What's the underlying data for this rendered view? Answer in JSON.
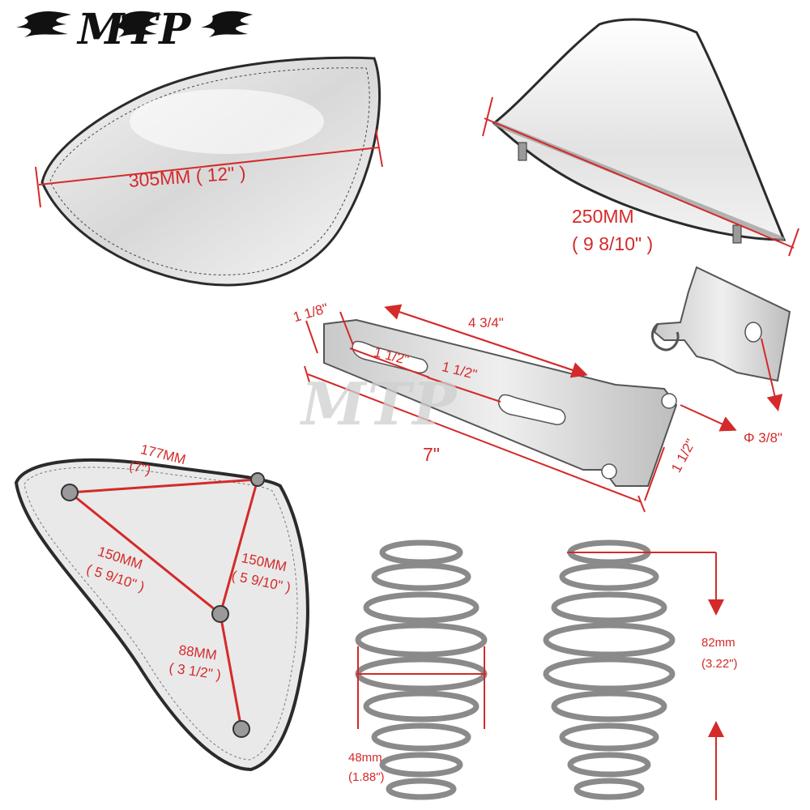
{
  "brand": {
    "logo_text": "MTP",
    "watermark_text": "MTP",
    "colors": {
      "logo": "#111111",
      "dimension": "#d42a2a",
      "chrome": "#b9b9b9",
      "outline": "#2b2b2b"
    }
  },
  "seat_top_view": {
    "dimension_label": "305MM ( 12\" )"
  },
  "seat_front_view": {
    "dimension_label_mm": "250MM",
    "dimension_label_in": "( 9  8/10\" )"
  },
  "bracket": {
    "width_label": "1 1/8\"",
    "slot_length_label": "4 3/4\"",
    "slot_label_1": "1 1/2\"",
    "slot_label_2": "1 1/2\"",
    "total_length_label": "7\"",
    "end_width_label": "1 1/2\"",
    "hole_label": "Φ 3/8\""
  },
  "seat_base_view": {
    "top_span_label_mm": "177MM",
    "top_span_label_in": "(7\")",
    "left_diag_label_mm": "150MM",
    "left_diag_label_in": "( 5  9/10\" )",
    "right_diag_label_mm": "150MM",
    "right_diag_label_in": "( 5  9/10\" )",
    "bottom_label_mm": "88MM",
    "bottom_label_in": "( 3  1/2\" )"
  },
  "springs": {
    "diameter_label_mm": "48mm",
    "diameter_label_in": "(1.88\")",
    "height_label_mm": "82mm",
    "height_label_in": "(3.22\")"
  }
}
